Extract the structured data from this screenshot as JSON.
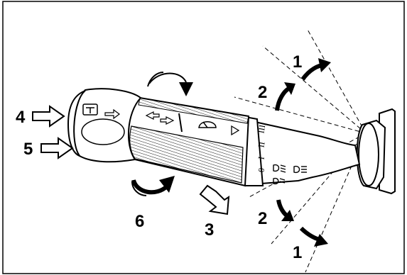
{
  "callouts": [
    "1",
    "2",
    "1",
    "2",
    "3",
    "4",
    "5",
    "6"
  ],
  "position_marks": [
    "III",
    "II",
    "I",
    "0"
  ],
  "icons": {
    "wash": "windscreen-washer-icon",
    "wipe_interval": "wiper-interval-icon",
    "wiper": "wiper-icon",
    "arrow": "direction-arrow-icon",
    "low_beam": "low-beam-icon",
    "high_beam": "high-beam-icon"
  },
  "colors": {
    "ink": "#000000",
    "paper": "#ffffff",
    "arrow_fill": "#ffffff"
  }
}
